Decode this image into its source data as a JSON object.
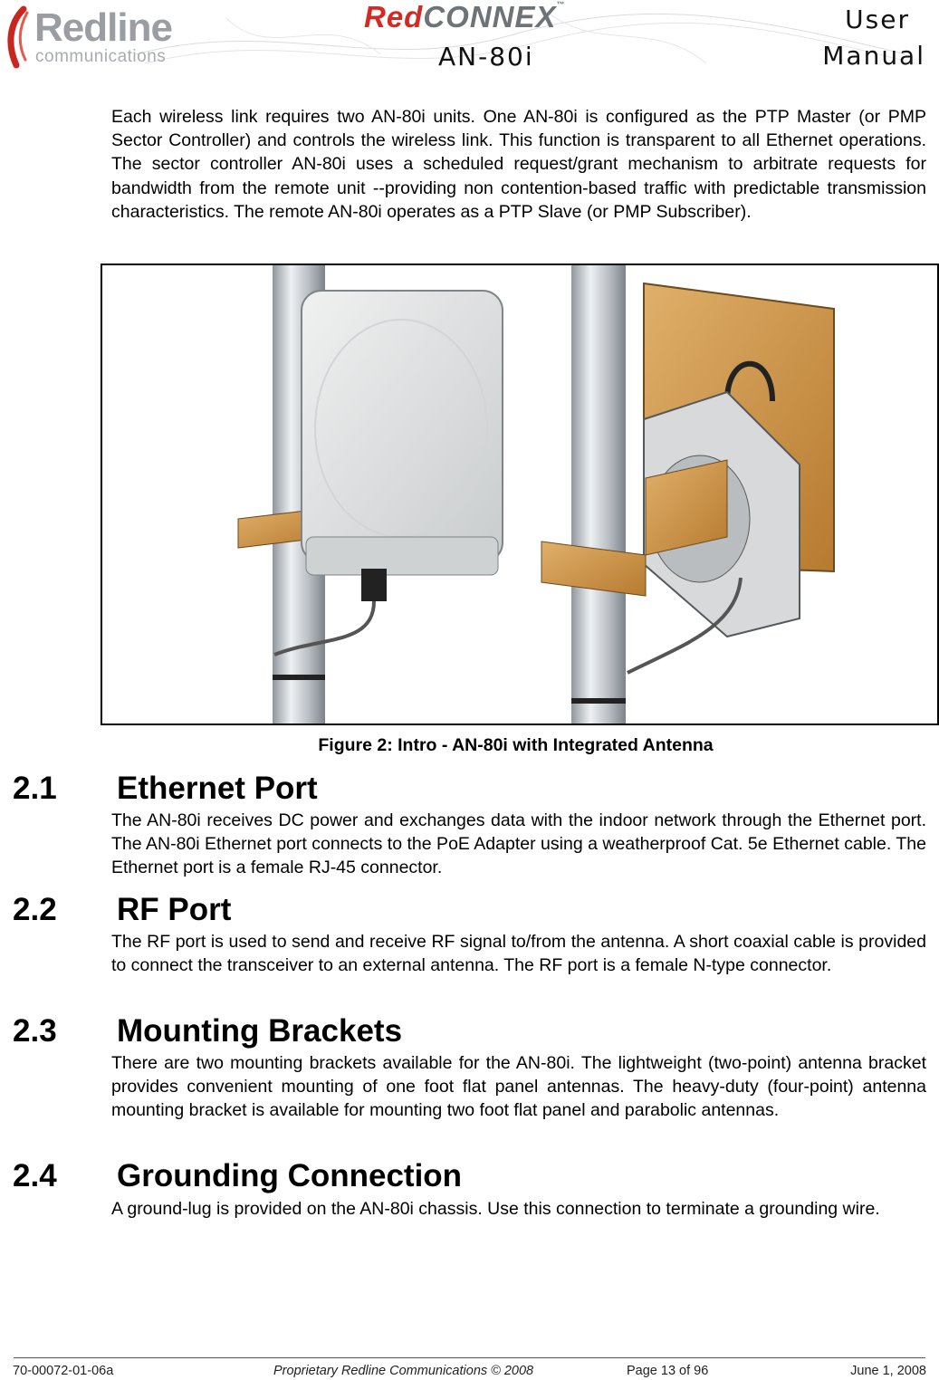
{
  "header": {
    "logo_left_word": "Redline",
    "logo_left_sub": "communications",
    "logo_center_red": "Red",
    "logo_center_grey": "CONNEX",
    "logo_center_mark": "™",
    "product": "AN-80i",
    "manual_line1": "User",
    "manual_line2": "Manual"
  },
  "intro": "Each wireless link requires two AN-80i units. One AN-80i is configured as the PTP Master (or PMP Sector Controller) and controls the wireless link. This function is transparent to all Ethernet operations. The sector controller AN-80i uses a scheduled request/grant mechanism to arbitrate requests for bandwidth from the remote unit --providing non contention-based traffic with predictable transmission characteristics. The remote AN-80i operates as a PTP Slave (or PMP Subscriber).",
  "figure": {
    "caption": "Figure 2: Intro - AN-80i with Integrated Antenna"
  },
  "sections": [
    {
      "number": "2.1",
      "title": "Ethernet Port",
      "body": "The AN-80i receives DC power and exchanges data with the indoor network through the Ethernet port. The AN-80i Ethernet port connects to the PoE Adapter using a weatherproof Cat. 5e Ethernet cable. The Ethernet port is a female RJ-45 connector."
    },
    {
      "number": "2.2",
      "title": "RF Port",
      "body": "The RF port is used to send and receive RF signal to/from the antenna. A short coaxial cable is provided to connect the transceiver to an external antenna. The RF port is a female N-type connector."
    },
    {
      "number": "2.3",
      "title": "Mounting Brackets",
      "body": "There are two mounting brackets available for the AN-80i. The lightweight (two-point) antenna bracket provides convenient mounting of one foot flat panel antennas. The heavy-duty (four-point) antenna mounting bracket is available for mounting two foot flat panel and parabolic antennas."
    },
    {
      "number": "2.4",
      "title": "Grounding Connection",
      "body": "A ground-lug is provided on the AN-80i chassis. Use this connection to terminate a grounding wire."
    }
  ],
  "footer": {
    "doc_number": "70-00072-01-06a",
    "proprietary": "Proprietary Redline Communications © 2008",
    "page": "Page 13 of 96",
    "date": "June 1, 2008"
  }
}
